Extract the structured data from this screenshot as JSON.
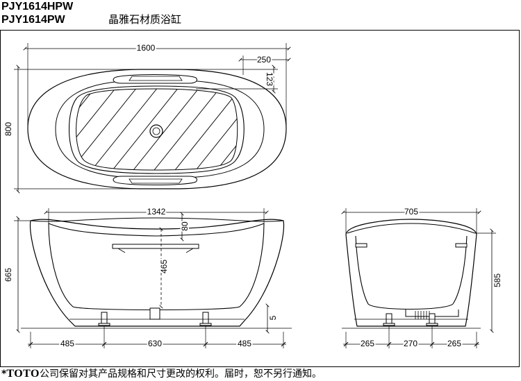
{
  "header": {
    "model_1": "PJY1614HPW",
    "model_2": "PJY1614PW",
    "title_cn": "晶雅石材质浴缸"
  },
  "plan_view": {
    "overall_length": "1600",
    "overall_width": "800",
    "handle_offset": "250",
    "handle_depth": "123"
  },
  "front_view": {
    "inner_length": "1342",
    "rim_drop": "80",
    "height": "665",
    "water_depth": "465",
    "foot_clearance": "5",
    "foot_left": "485",
    "foot_span": "630",
    "foot_right": "485"
  },
  "side_view": {
    "width": "705",
    "height": "585",
    "foot_left": "265",
    "foot_span": "270",
    "foot_right": "265"
  },
  "footer": {
    "asterisk": "*",
    "brand": "TOTO",
    "note": "公司保留对其产品规格和尺寸更改的权利。届时，恕不另行通知。"
  },
  "colors": {
    "line": "#000000",
    "background": "#ffffff"
  }
}
